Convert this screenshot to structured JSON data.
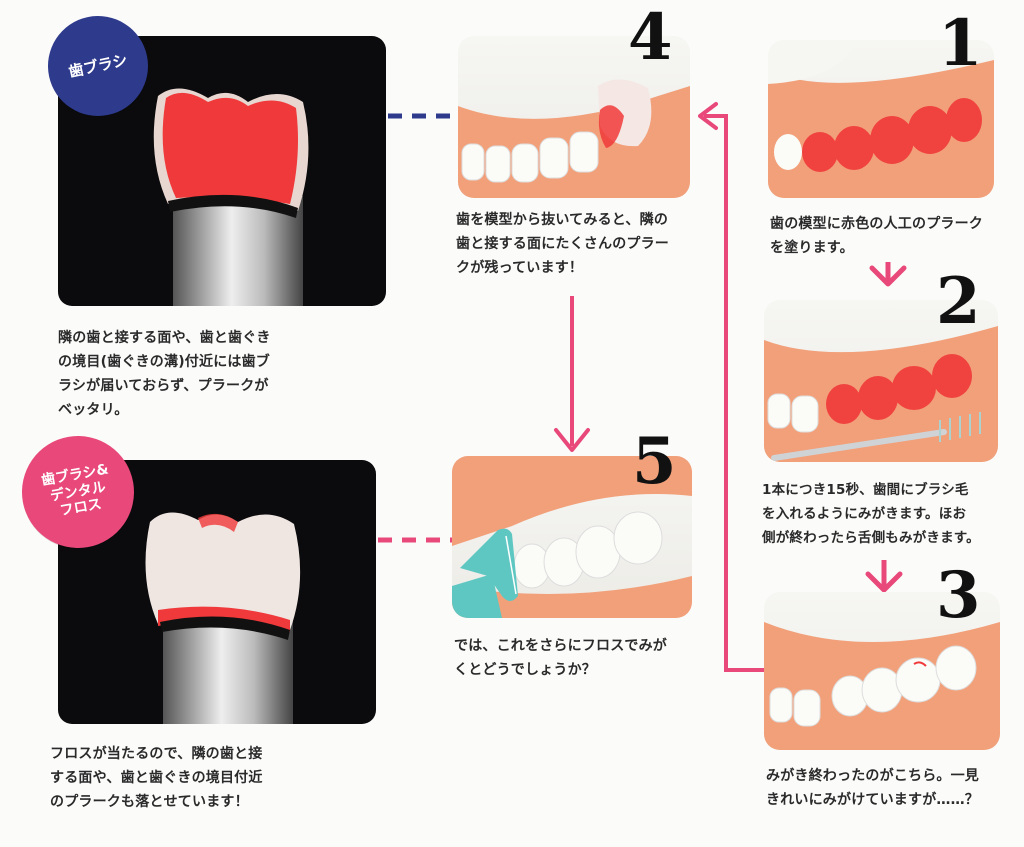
{
  "badges": {
    "brush": "歯ブラシ",
    "brush_floss": "歯ブラシ&\nデンタル\nフロス"
  },
  "captions": {
    "brush_only": "隣の歯と接する面や、歯と歯ぐき\nの境目(歯ぐきの溝)付近には歯ブ\nラシが届いておらず、プラークが\nベッタリ。",
    "brush_floss": "フロスが当たるので、隣の歯と接\nする面や、歯と歯ぐきの境目付近\nのプラークも落とせています！",
    "step1": "歯の模型に赤色の人工のプラーク\nを塗ります。",
    "step2": "1本につき15秒、歯間にブラシ毛\nを入れるようにみがきます。ほお\n側が終わったら舌側もみがきます。",
    "step3": "みがき終わったのがこちら。一見\nきれいにみがけていますが……？",
    "step4": "歯を模型から抜いてみると、隣の\n歯と接する面にたくさんのプラー\nクが残っています！",
    "step5": "では、これをさらにフロスでみが\nくとどうでしょうか？"
  },
  "numbers": {
    "n1": "1",
    "n2": "2",
    "n3": "3",
    "n4": "4",
    "n5": "5"
  },
  "colors": {
    "navy": "#2e3a8c",
    "pink": "#e8487a",
    "plaque": "#f0393a",
    "gum": "#f2a07a"
  }
}
